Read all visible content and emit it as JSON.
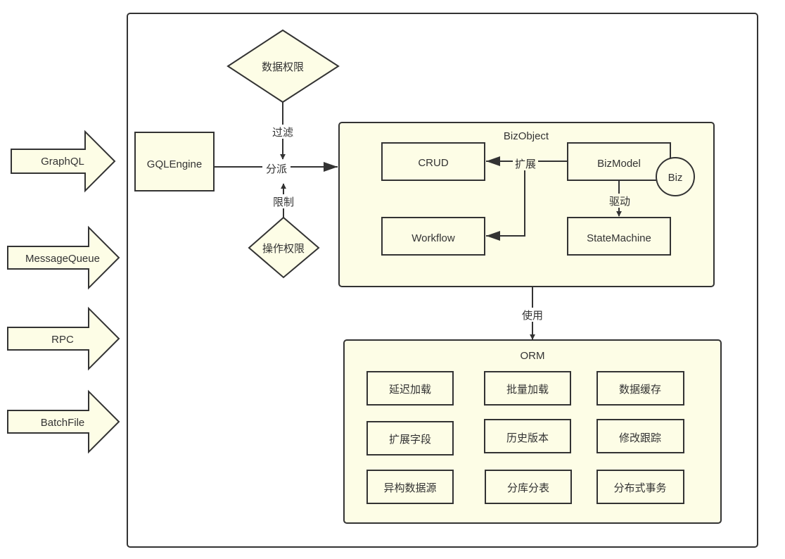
{
  "inputs": [
    "GraphQL",
    "MessageQueue",
    "RPC",
    "BatchFile"
  ],
  "engine": "GQLEngine",
  "data_permission": "数据权限",
  "op_permission": "操作权限",
  "labels": {
    "filter": "过滤",
    "dispatch": "分派",
    "restrict": "限制",
    "extend": "扩展",
    "drive": "驱动",
    "use": "使用"
  },
  "bizobject": {
    "title": "BizObject",
    "crud": "CRUD",
    "bizmodel": "BizModel",
    "biz": "Biz",
    "workflow": "Workflow",
    "statemachine": "StateMachine"
  },
  "orm": {
    "title": "ORM",
    "items": [
      "延迟加载",
      "批量加载",
      "数据缓存",
      "扩展字段",
      "历史版本",
      "修改跟踪",
      "异构数据源",
      "分库分表",
      "分布式事务"
    ]
  },
  "colors": {
    "fill": "#fdfde6",
    "stroke": "#333333"
  }
}
